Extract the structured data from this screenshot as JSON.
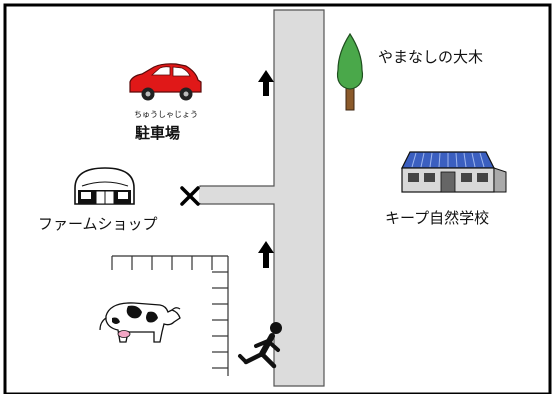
{
  "places": {
    "tree": {
      "label": "やまなしの大木",
      "icon": "tree-icon"
    },
    "parking": {
      "ruby": "ちゅうしゃじょう",
      "label": "駐車場",
      "icon": "car-icon",
      "car_color": "#e01818"
    },
    "farm_shop": {
      "label": "ファームショップ",
      "icon": "barn-icon"
    },
    "school": {
      "label": "キープ自然学校",
      "icon": "school-building-icon",
      "roof_color": "#3b5fc0"
    },
    "pasture": {
      "icon": "cow-icon"
    },
    "walker": {
      "icon": "walking-person-icon"
    }
  },
  "markers": {
    "junction_mark": "✕",
    "direction_arrows": [
      "up-arrow-icon",
      "up-arrow-icon"
    ]
  },
  "colors": {
    "road": "#dcdcdc",
    "road_edge": "#555555",
    "frame": "#000000"
  }
}
